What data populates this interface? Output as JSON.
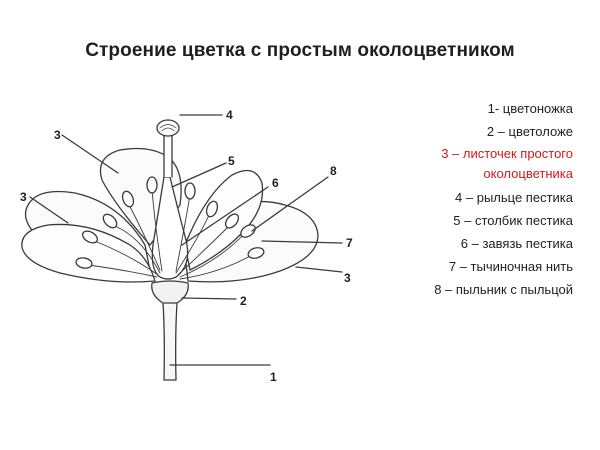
{
  "slide": {
    "title": "Строение цветка с простым околоцветником"
  },
  "diagram": {
    "labels": [
      "1",
      "2",
      "3",
      "3",
      "3",
      "4",
      "5",
      "6",
      "7",
      "8"
    ]
  },
  "legend": {
    "items": [
      {
        "text": "1- цветоножка",
        "highlighted": false
      },
      {
        "text": "2 – цветоложе",
        "highlighted": false
      },
      {
        "text": "3 – листочек простого околоцветника",
        "highlighted": true
      },
      {
        "text": "4 – рыльце пестика",
        "highlighted": false
      },
      {
        "text": "5 – столбик пестика",
        "highlighted": false
      },
      {
        "text": "6 – завязь пестика",
        "highlighted": false
      },
      {
        "text": "7 – тычиночная нить",
        "highlighted": false
      },
      {
        "text": "8 – пыльник с пыльцой",
        "highlighted": false
      }
    ],
    "highlight_color": "#d11a1a"
  }
}
